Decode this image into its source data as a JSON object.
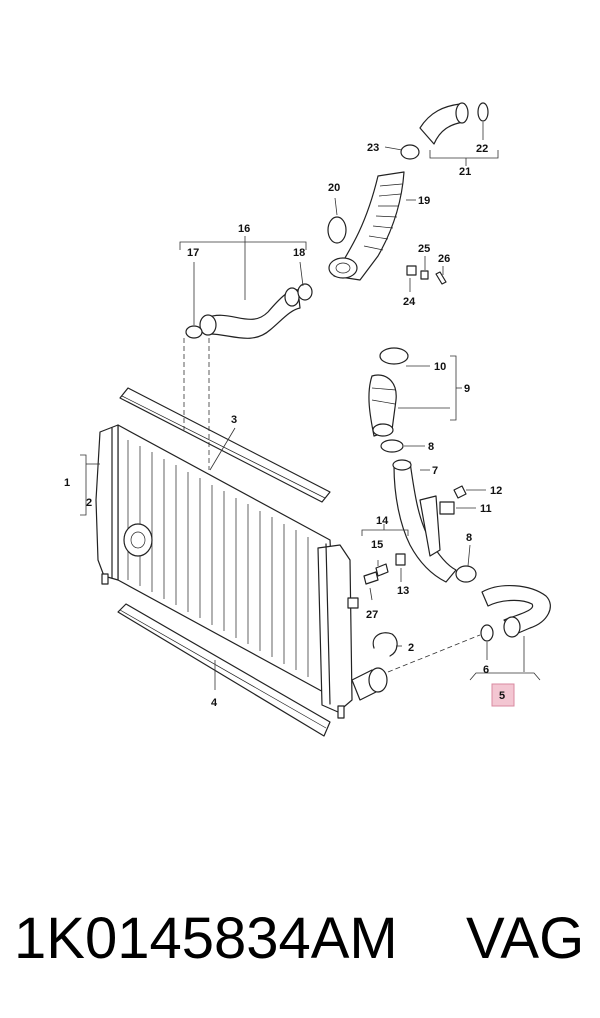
{
  "callouts": {
    "c1": "1",
    "c2": "2",
    "c2b": "2",
    "c3": "3",
    "c4": "4",
    "c5": "5",
    "c6": "6",
    "c7": "7",
    "c8a": "8",
    "c8b": "8",
    "c9": "9",
    "c10": "10",
    "c11": "11",
    "c12": "12",
    "c13": "13",
    "c14": "14",
    "c15": "15",
    "c16": "16",
    "c17": "17",
    "c18": "18",
    "c19": "19",
    "c20": "20",
    "c21": "21",
    "c22": "22",
    "c23": "23",
    "c24": "24",
    "c25": "25",
    "c26": "26",
    "c27": "27"
  },
  "highlight": {
    "color": "#f3c6d2",
    "border": "#d88aa0",
    "callout": "5"
  },
  "footer": {
    "part_number": "1K0145834AM",
    "brand": "VAG"
  }
}
